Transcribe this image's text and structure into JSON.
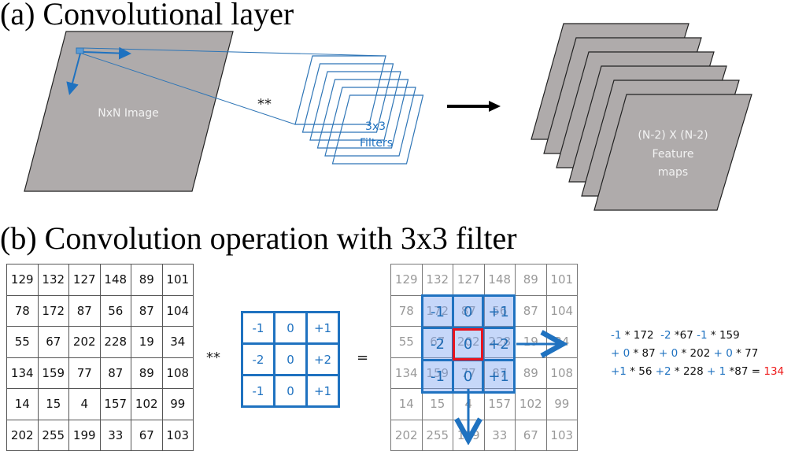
{
  "titles": {
    "part_a": "(a) Convolutional layer",
    "part_b": "(b) Convolution operation with 3x3 filter"
  },
  "part_a": {
    "image_label": "NxN Image",
    "operator": "**",
    "filters_label_line1": "3x3",
    "filters_label_line2": "Filters",
    "filter_count": 6,
    "feature_map_count": 6,
    "feature_label_line1": "(N-2) X (N-2)",
    "feature_label_line2": "Feature",
    "feature_label_line3": "maps",
    "colors": {
      "plane_fill": "#afabab",
      "filter_stroke": "#2e75b6",
      "arrow": "#000000"
    }
  },
  "part_b": {
    "input_matrix": [
      [
        "129",
        "132",
        "127",
        "148",
        "89",
        "101"
      ],
      [
        "78",
        "172",
        "87",
        "56",
        "87",
        "104"
      ],
      [
        "55",
        "67",
        "202",
        "228",
        "19",
        "34"
      ],
      [
        "134",
        "159",
        "77",
        "87",
        "89",
        "108"
      ],
      [
        "14",
        "15",
        "4",
        "157",
        "102",
        "99"
      ],
      [
        "202",
        "255",
        "199",
        "33",
        "67",
        "103"
      ]
    ],
    "conv_operator": "**",
    "filter_matrix": [
      [
        "-1",
        "0",
        "+1"
      ],
      [
        "-2",
        "0",
        "+2"
      ],
      [
        "-1",
        "0",
        "+1"
      ]
    ],
    "equals": "=",
    "highlight_center_value": "202",
    "equation": {
      "line1": [
        {
          "t": "-1",
          "c": "blue"
        },
        {
          "t": " * 172  ",
          "c": "black"
        },
        {
          "t": "-2",
          "c": "blue"
        },
        {
          "t": " *67 ",
          "c": "black"
        },
        {
          "t": "-1",
          "c": "blue"
        },
        {
          "t": " * 159",
          "c": "black"
        }
      ],
      "line2": [
        {
          "t": "+ 0",
          "c": "blue"
        },
        {
          "t": " * 87 ",
          "c": "black"
        },
        {
          "t": "+ 0",
          "c": "blue"
        },
        {
          "t": " * 202 ",
          "c": "black"
        },
        {
          "t": "+ 0",
          "c": "blue"
        },
        {
          "t": " * 77",
          "c": "black"
        }
      ],
      "line3": [
        {
          "t": "+1",
          "c": "blue"
        },
        {
          "t": " * 56 ",
          "c": "black"
        },
        {
          "t": "+2",
          "c": "blue"
        },
        {
          "t": " * 228 ",
          "c": "black"
        },
        {
          "t": "+ 1",
          "c": "blue"
        },
        {
          "t": " *87 = ",
          "c": "black"
        },
        {
          "t": "134",
          "c": "red"
        }
      ],
      "result": "134"
    },
    "colors": {
      "filter_blue": "#1f72c0",
      "highlight_red": "#e8141e",
      "result_red": "#ee1c1c"
    }
  }
}
